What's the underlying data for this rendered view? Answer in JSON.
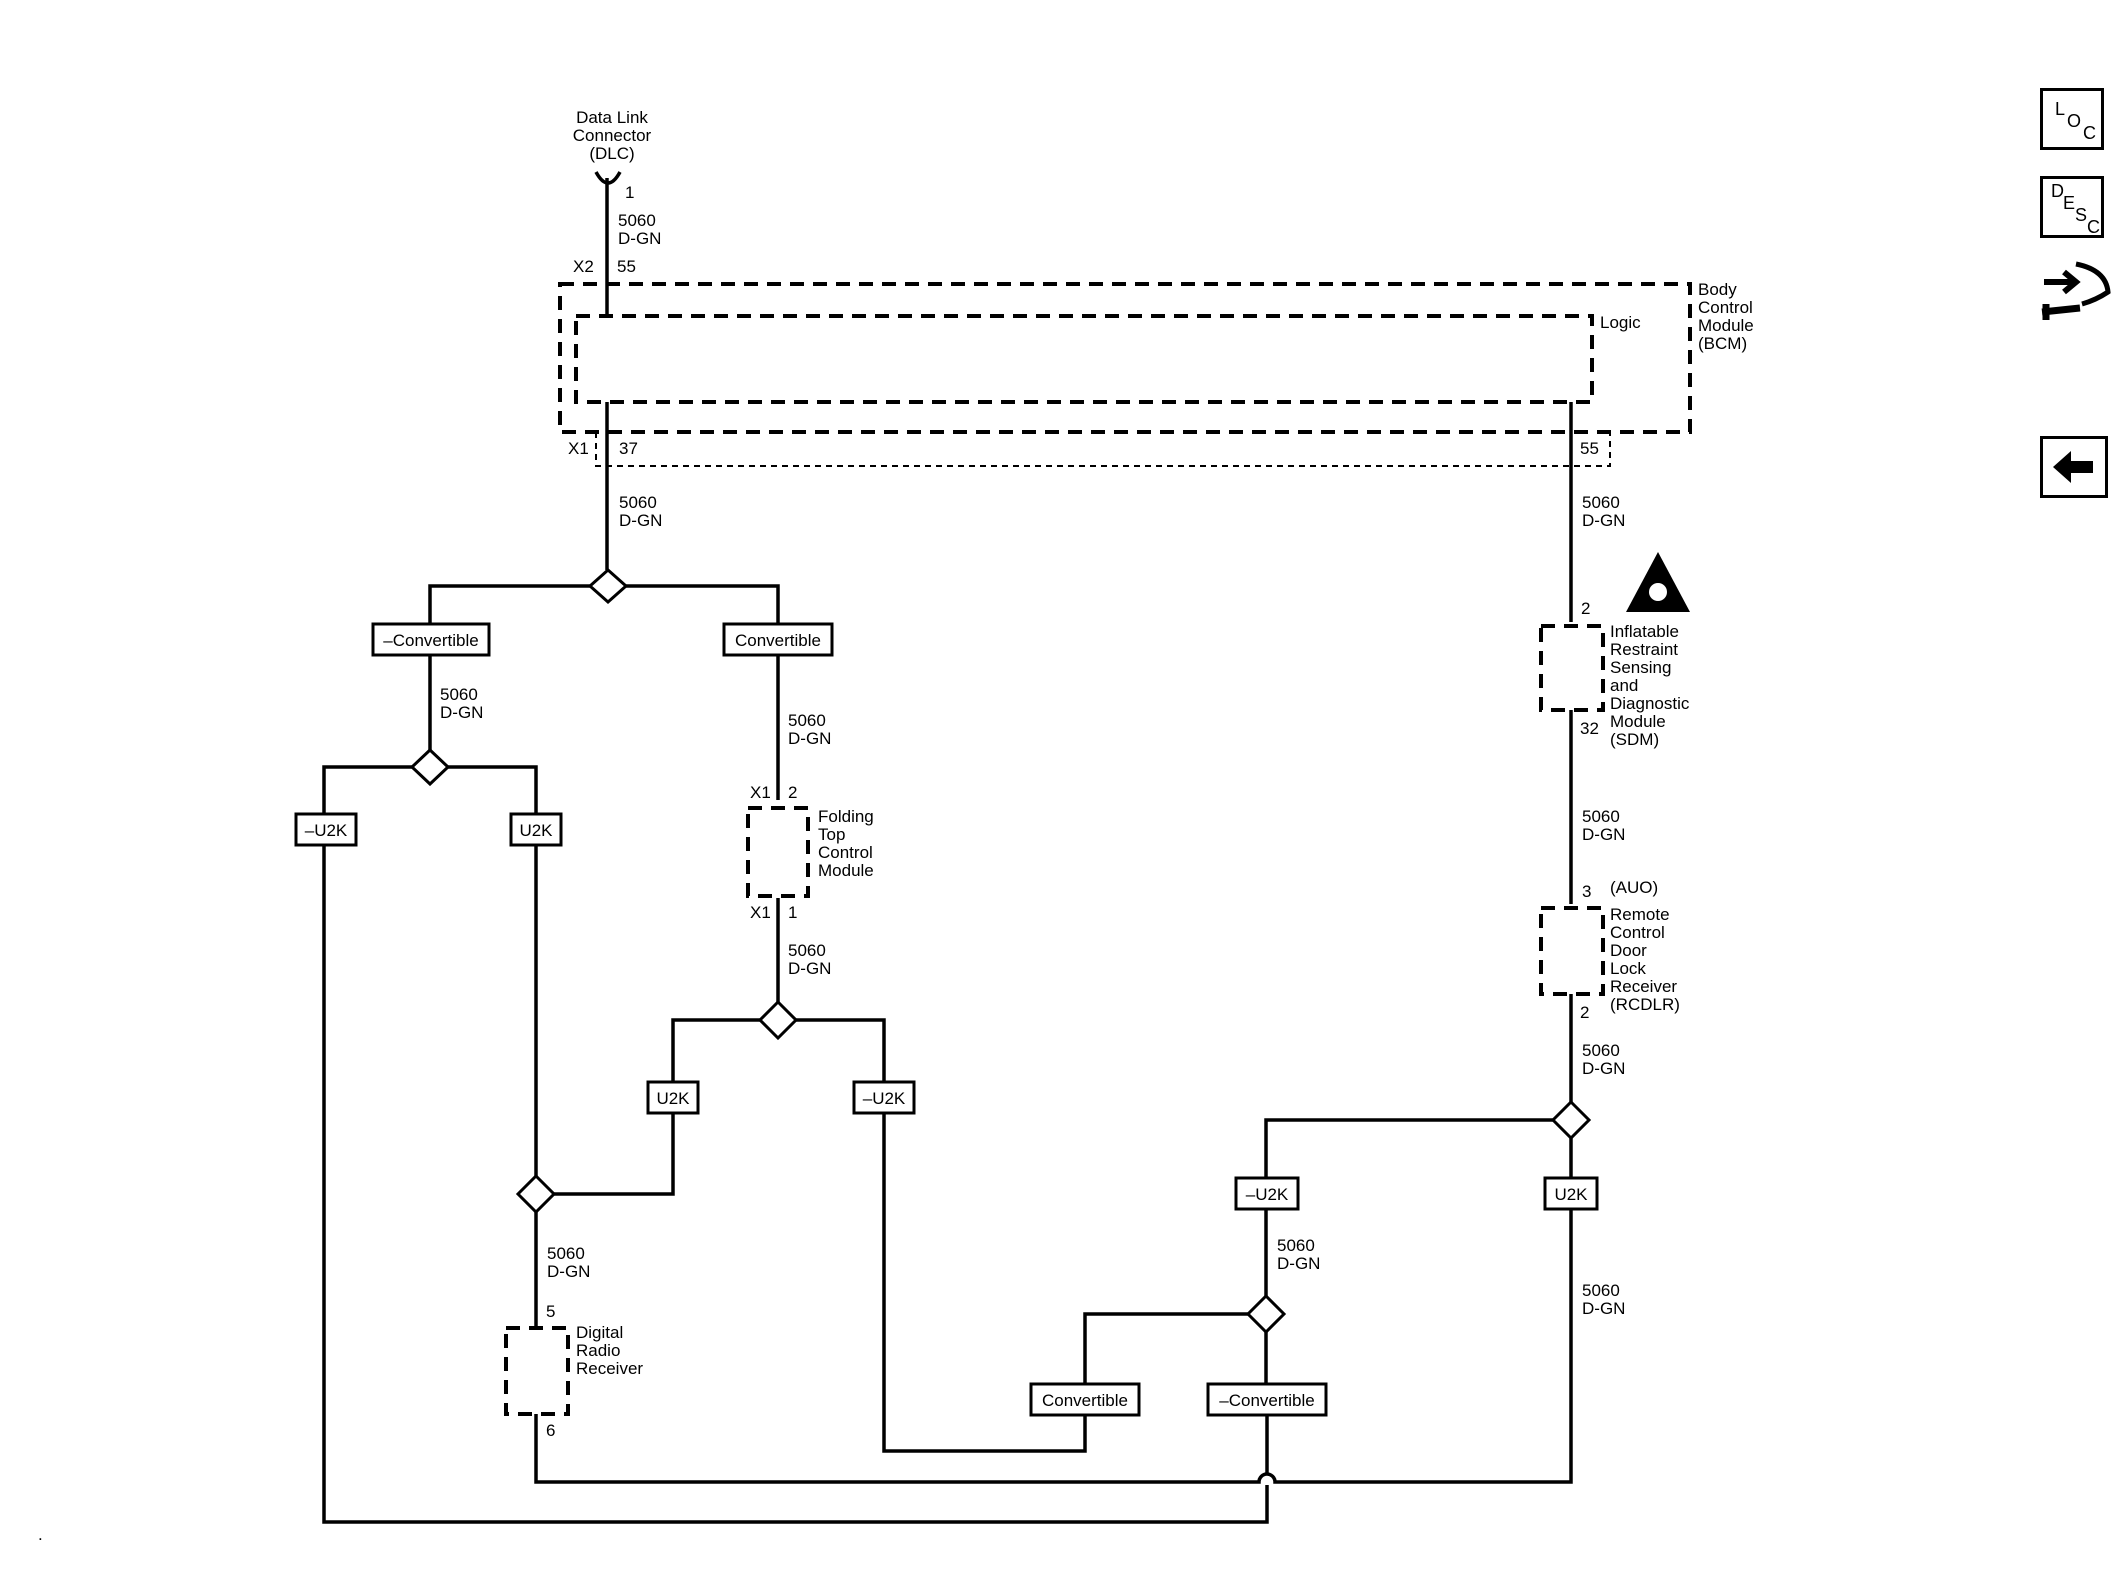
{
  "dlc": {
    "l1": "Data Link",
    "l2": "Connector",
    "l3": "(DLC)",
    "pin": "1"
  },
  "wire": {
    "circuit": "5060",
    "color": "D-GN"
  },
  "bcm": {
    "l1": "Body",
    "l2": "Control",
    "l3": "Module",
    "l4": "(BCM)",
    "logic": "Logic",
    "x2": "X2",
    "x2pin": "55",
    "x1": "X1",
    "x1pin": "37",
    "pin55": "55"
  },
  "options": {
    "no_convertible": "–Convertible",
    "convertible": "Convertible",
    "no_u2k": "–U2K",
    "u2k": "U2K"
  },
  "ftcm": {
    "l1": "Folding",
    "l2": "Top",
    "l3": "Control",
    "l4": "Module",
    "x1a": "X1",
    "pina": "2",
    "x1b": "X1",
    "pinb": "1"
  },
  "sdm": {
    "l1": "Inflatable",
    "l2": "Restraint",
    "l3": "Sensing",
    "l4": "and",
    "l5": "Diagnostic",
    "l6": "Module",
    "l7": "(SDM)",
    "pina": "2",
    "pinb": "32"
  },
  "rcdlr": {
    "l0": "(AUO)",
    "l1": "Remote",
    "l2": "Control",
    "l3": "Door",
    "l4": "Lock",
    "l5": "Receiver",
    "l6": "(RCDLR)",
    "pina": "3",
    "pinb": "2"
  },
  "drr": {
    "l1": "Digital",
    "l2": "Radio",
    "l3": "Receiver",
    "pina": "5",
    "pinb": "6"
  },
  "sidebar": {
    "loc_l": "L",
    "loc_o": "O",
    "loc_c": "C",
    "desc_d": "D",
    "desc_e": "E",
    "desc_s": "S",
    "desc_c": "C"
  }
}
